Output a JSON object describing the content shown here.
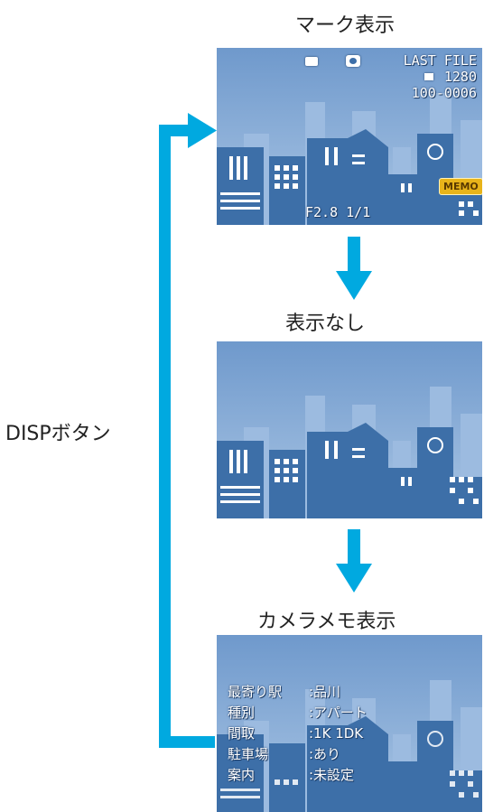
{
  "colors": {
    "accent": "#00a9e0",
    "sky": "#7fa6d3",
    "building": "#3d6fa8",
    "memo_badge": "#e8b41a"
  },
  "disp_button_label": "DISPボタン",
  "states": [
    {
      "caption": "マーク表示",
      "osd": {
        "icons": [
          "memo-card-icon",
          "camera-icon"
        ],
        "last_file": "LAST FILE",
        "resolution": "1280",
        "file_number": "100-0006",
        "exposure": "F2.8 1/1",
        "badge": "MEMO"
      }
    },
    {
      "caption": "表示なし"
    },
    {
      "caption": "カメラメモ表示",
      "memo_rows": [
        {
          "key": "最寄り駅",
          "value": ":品川"
        },
        {
          "key": "種別",
          "value": ":アパート"
        },
        {
          "key": "間取",
          "value": ":1K 1DK"
        },
        {
          "key": "駐車場",
          "value": ":あり"
        },
        {
          "key": "案内",
          "value": ":未設定"
        }
      ]
    }
  ]
}
